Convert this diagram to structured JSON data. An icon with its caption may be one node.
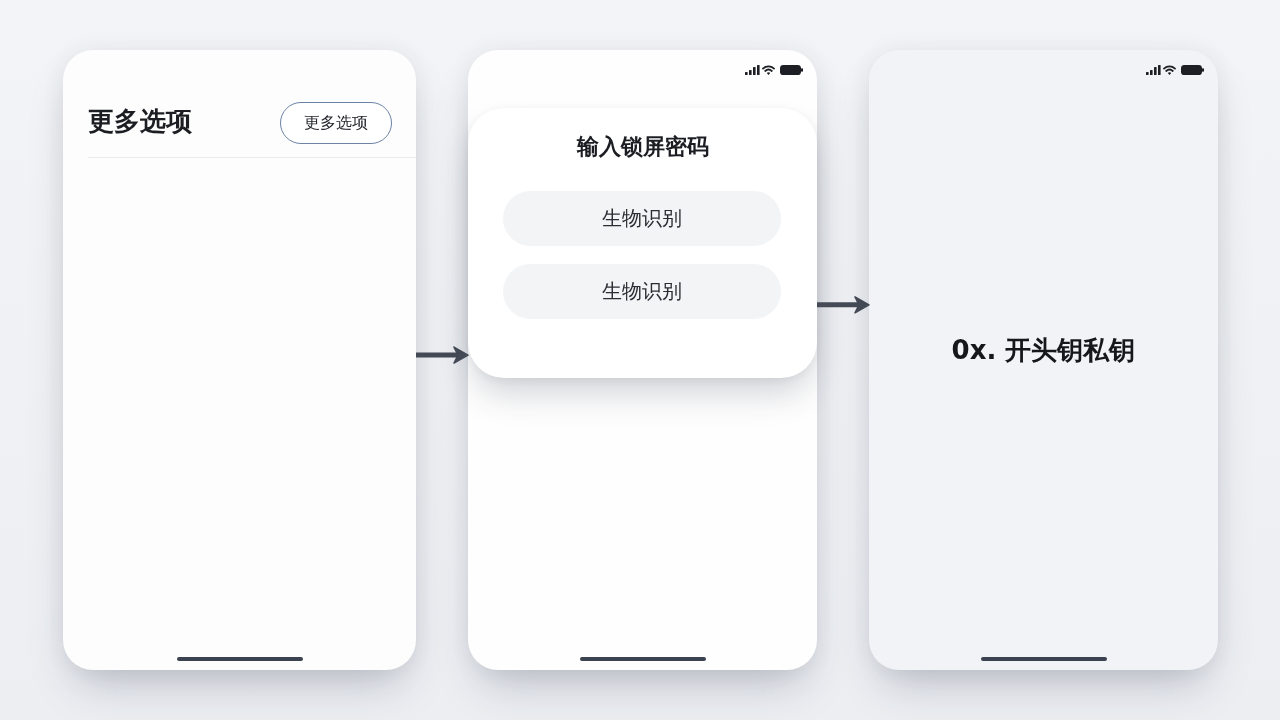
{
  "diagram": {
    "nodes": [
      {
        "text": [
          "更多选项"
        ]
      },
      {
        "text": [
          "更多选项"
        ],
        "in": 0
      },
      {
        "text": [],
        "shape": "box"
      },
      {
        "text": [
          "输入锁屏密码"
        ],
        "in": 2
      },
      {
        "text": [
          "生物识别"
        ],
        "in": 3
      },
      {
        "text": [
          "生物识别"
        ],
        "in": 3
      },
      {
        "text": [
          "0x. 开头钥私钥"
        ]
      }
    ],
    "edges": [
      {
        "from": 0,
        "to": 2,
        "arrow": "to"
      },
      {
        "from": 2,
        "to": 6,
        "arrow": "to"
      }
    ]
  }
}
